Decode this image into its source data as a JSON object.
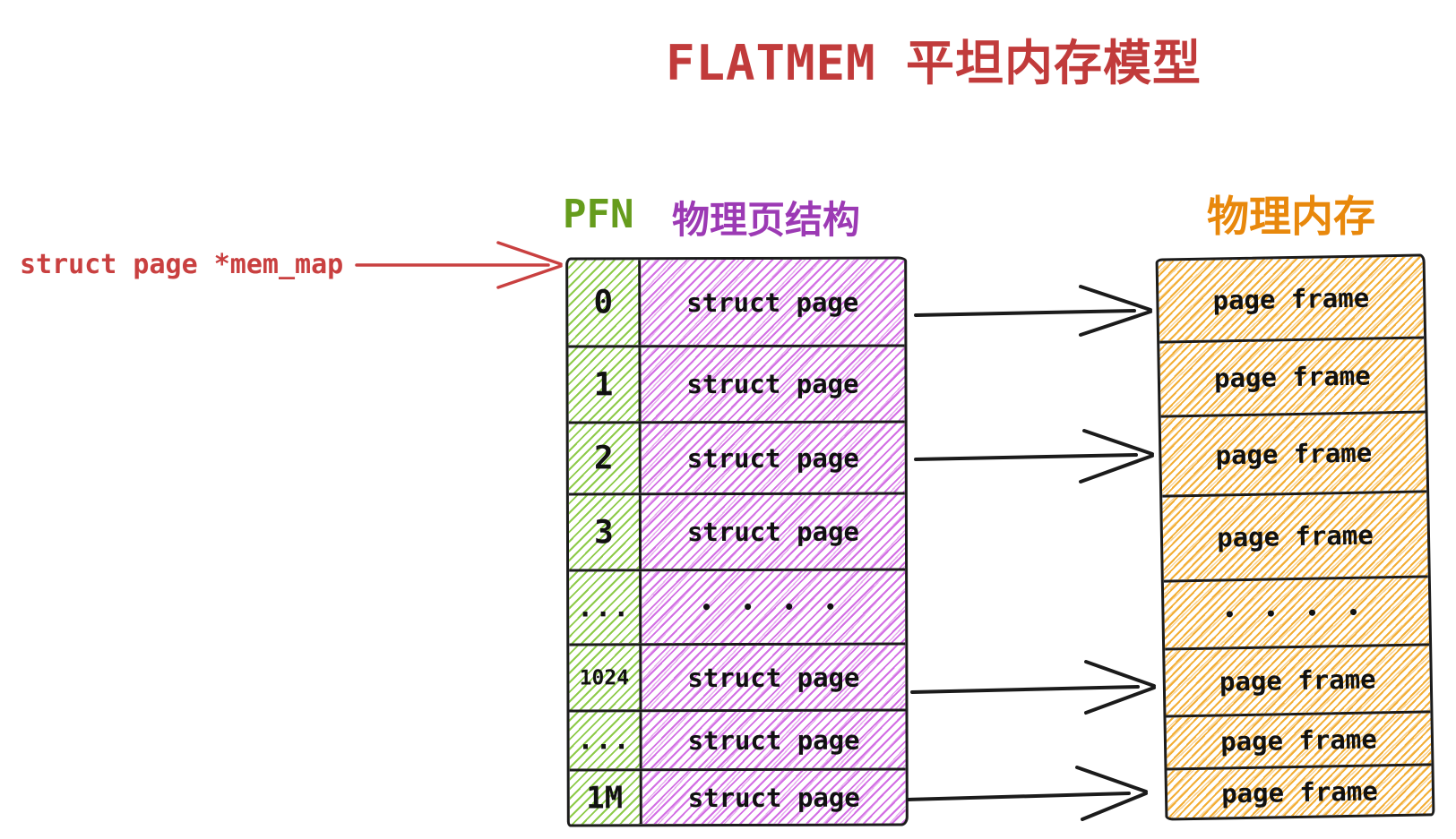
{
  "title": "FLATMEM 平坦内存模型",
  "mem_map_label": "struct page *mem_map",
  "headers": {
    "pfn": "PFN",
    "page_struct": "物理页结构",
    "phys_mem": "物理内存"
  },
  "colors": {
    "title_red": "#c13b3b",
    "label_red": "#c94040",
    "pfn_green": "#669c1d",
    "struct_purple": "#9c3ab4",
    "phys_orange": "#e8880c",
    "green_hatch": "#8ecb4a",
    "purple_hatch": "#d36fe4",
    "orange_hatch": "#f3ae35",
    "ink": "#1b1b1b"
  },
  "pfn_table": {
    "rows": [
      {
        "pfn": "0",
        "cell": "struct page"
      },
      {
        "pfn": "1",
        "cell": "struct page"
      },
      {
        "pfn": "2",
        "cell": "struct page"
      },
      {
        "pfn": "3",
        "cell": "struct page"
      },
      {
        "pfn": "...",
        "cell": "• • • •"
      },
      {
        "pfn": "1024",
        "cell": "struct page"
      },
      {
        "pfn": "...",
        "cell": "struct page"
      },
      {
        "pfn": "1M",
        "cell": "struct page"
      }
    ]
  },
  "phys_table": {
    "rows": [
      {
        "cell": "page frame"
      },
      {
        "cell": "page frame"
      },
      {
        "cell": "page frame"
      },
      {
        "cell": "page frame"
      },
      {
        "cell": "• • • •"
      },
      {
        "cell": "page frame"
      },
      {
        "cell": "page frame"
      },
      {
        "cell": "page frame"
      }
    ]
  }
}
